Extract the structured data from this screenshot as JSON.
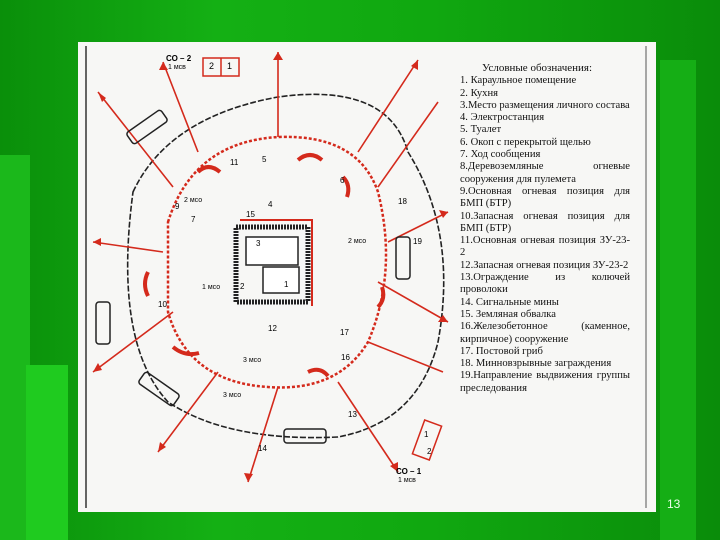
{
  "legend": {
    "title": "Условные обозначения:",
    "items": [
      "1. Караульное помещение",
      "2. Кухня",
      "3.Место размещения личного состава",
      "4. Электростанция",
      "5. Туалет",
      "6. Окоп с перекрытой щелью",
      "7. Ход сообщения",
      "8.Деревоземляные огневые сооружения для пулемета",
      "9.Основная огневая позиция для БМП (БТР)",
      "10.Запасная огневая позиция для БМП (БТР)",
      "11.Основная огневая позиция ЗУ-23-2",
      "12.Запасная огневая позиция ЗУ-23-2",
      "13.Ограждение из колючей проволоки",
      "14. Сигнальные мины",
      "15. Земляная обвалка",
      "16.Железобетонное (каменное, кирпичное) сооружение",
      "17. Постовой гриб",
      "18. Минновзрывные заграждения",
      "19.Направление выдвижения группы преследования"
    ]
  },
  "map": {
    "co_top": "СО – 2",
    "co_top_sub": "1 мсв",
    "co_bottom": "СО – 1",
    "co_bottom_sub": "1 мсв",
    "box_top_left": "2",
    "box_top_right": "1",
    "box_bottom_1": "1",
    "box_bottom_2": "2",
    "unit_labels": [
      "2 мсо",
      "1 мсо",
      "3 мсо",
      "2 мсо",
      "3 мсо"
    ],
    "numbers": [
      "11",
      "5",
      "4",
      "6",
      "9",
      "7",
      "15",
      "3",
      "2",
      "1",
      "18",
      "19",
      "10",
      "12",
      "17",
      "16",
      "13",
      "14"
    ]
  },
  "page_number": "13",
  "colors": {
    "red": "#d42a1c",
    "ink": "#222222",
    "green": "#12a812"
  }
}
